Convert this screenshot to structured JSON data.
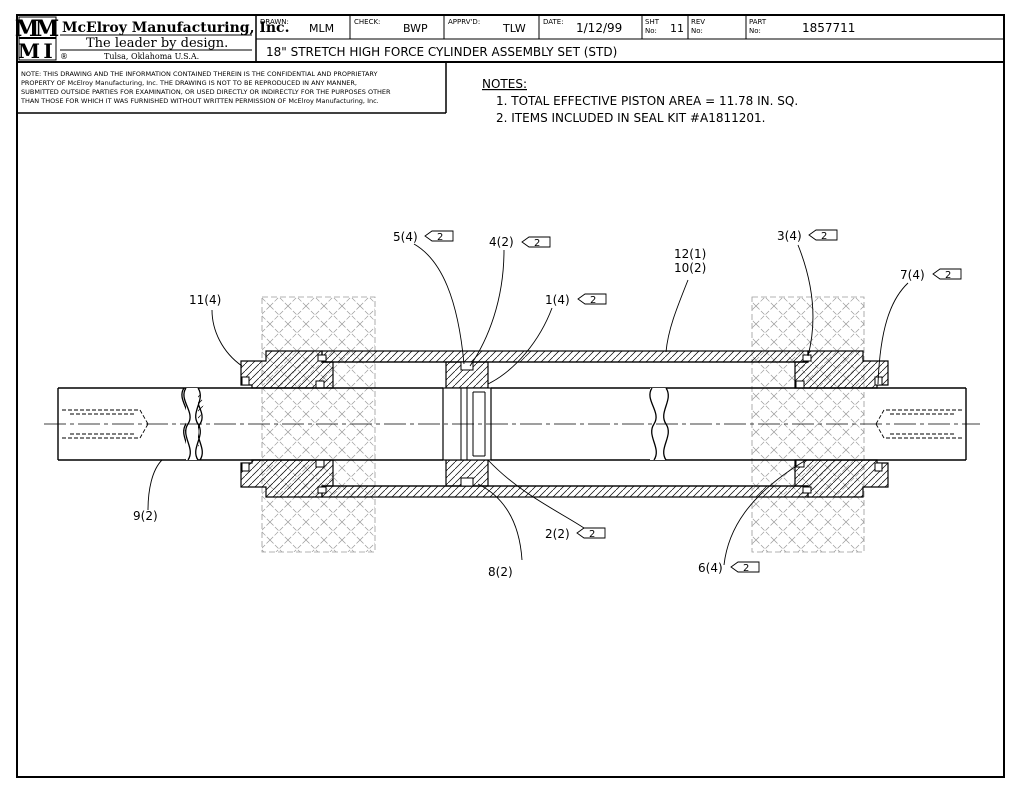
{
  "company": {
    "logo_letters": [
      "M",
      "M",
      "M",
      "I"
    ],
    "name": "McElroy Manufacturing, Inc.",
    "slogan": "The leader by design.",
    "registered": "®",
    "location": "Tulsa, Oklahoma U.S.A."
  },
  "title_block": {
    "drawn_label": "DRAWN:",
    "drawn_value": "MLM",
    "check_label": "CHECK:",
    "check_value": "BWP",
    "apprvd_label": "APPRV'D:",
    "apprvd_value": "TLW",
    "date_label": "DATE:",
    "date_value": "1/12/99",
    "sht_label_1": "SHT",
    "sht_label_2": "No:",
    "sht_value": "11",
    "rev_label_1": "REV",
    "rev_label_2": "No:",
    "rev_value": "",
    "part_label_1": "PART",
    "part_label_2": "No:",
    "part_value": "1857711",
    "title": "18\" STRETCH HIGH FORCE CYLINDER ASSEMBLY SET (STD)"
  },
  "confidential_note": [
    "NOTE: THIS DRAWING AND THE INFORMATION CONTAINED THEREIN IS THE CONFIDENTIAL AND PROPRIETARY",
    "PROPERTY OF McElroy Manufacturing, Inc. THE DRAWING IS NOT TO BE REPRODUCED IN ANY MANNER,",
    "SUBMITTED OUTSIDE PARTIES FOR EXAMINATION, OR USED DIRECTLY OR INDIRECTLY FOR THE PURPOSES OTHER",
    "THAN THOSE FOR WHICH IT WAS FURNISHED WITHOUT WRITTEN PERMISSION OF McElroy Manufacturing, Inc."
  ],
  "notes": {
    "heading": "NOTES:",
    "items": [
      "1. TOTAL EFFECTIVE PISTON AREA = 11.78 IN. SQ.",
      "2. ITEMS INCLUDED IN SEAL KIT #A1811201."
    ]
  },
  "callouts": {
    "c5": "5(4)",
    "c4": "4(2)",
    "c12": "12(1)",
    "c10": "10(2)",
    "c3": "3(4)",
    "c7": "7(4)",
    "c11": "11(4)",
    "c1": "1(4)",
    "c9": "9(2)",
    "c2": "2(2)",
    "c8": "8(2)",
    "c6": "6(4)",
    "flag": "2"
  }
}
